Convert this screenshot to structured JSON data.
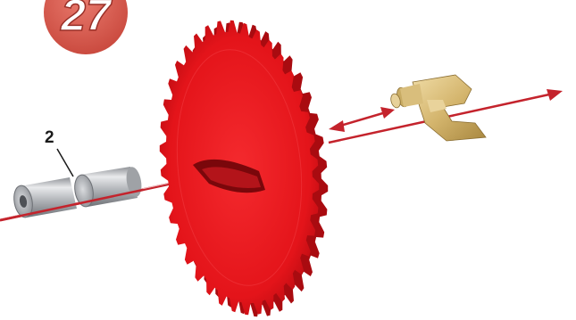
{
  "step_badge": {
    "number": "27"
  },
  "parts": {
    "spacer_label": "2",
    "gear_name": "red-spur-gear",
    "shaft_name": "metal-axle",
    "clip_name": "brass-clip"
  },
  "colors": {
    "badge_fill": "#d7554a",
    "gear_red": "#e8141b",
    "arrow_red": "#c4232c",
    "metal": "#b9bcc0",
    "brass": "#d9be7c"
  }
}
